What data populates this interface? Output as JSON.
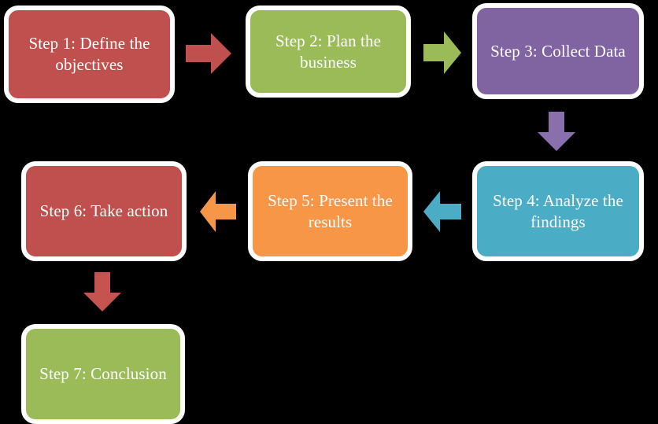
{
  "diagram": {
    "title": "Research process flowchart",
    "background_color": "#000000",
    "node_text_color": "#ffffff",
    "node_border_color": "#ffffff",
    "palette": {
      "red": "#C0504D",
      "green": "#9BBB59",
      "purple": "#8064A2",
      "teal": "#4BACC6",
      "orange": "#F79646",
      "purple_arrow": "#8A6FAD",
      "red_arrow": "#C5534F"
    },
    "nodes": [
      {
        "id": "step1",
        "label": "Step 1: Define the objectives",
        "color": "#C0504D"
      },
      {
        "id": "step2",
        "label": "Step 2: Plan the business",
        "color": "#9BBB59"
      },
      {
        "id": "step3",
        "label": "Step 3: Collect Data",
        "color": "#8064A2"
      },
      {
        "id": "step4",
        "label": "Step 4: Analyze the findings",
        "color": "#4BACC6"
      },
      {
        "id": "step5",
        "label": "Step 5: Present the results",
        "color": "#F79646"
      },
      {
        "id": "step6",
        "label": "Step 6: Take action",
        "color": "#C0504D"
      },
      {
        "id": "step7",
        "label": "Step 7: Conclusion",
        "color": "#9BBB59"
      }
    ],
    "connectors": [
      {
        "id": "arrow-1-2",
        "from": "step1",
        "to": "step2",
        "direction": "right",
        "color": "#C0504D"
      },
      {
        "id": "arrow-2-3",
        "from": "step2",
        "to": "step3",
        "direction": "right",
        "color": "#9BBB59"
      },
      {
        "id": "arrow-3-4",
        "from": "step3",
        "to": "step4",
        "direction": "down",
        "color": "#8A6FAD"
      },
      {
        "id": "arrow-4-5",
        "from": "step4",
        "to": "step5",
        "direction": "left",
        "color": "#4BACC6"
      },
      {
        "id": "arrow-5-6",
        "from": "step5",
        "to": "step6",
        "direction": "left",
        "color": "#F79646"
      },
      {
        "id": "arrow-6-7",
        "from": "step6",
        "to": "step7",
        "direction": "down",
        "color": "#C5534F"
      }
    ]
  }
}
